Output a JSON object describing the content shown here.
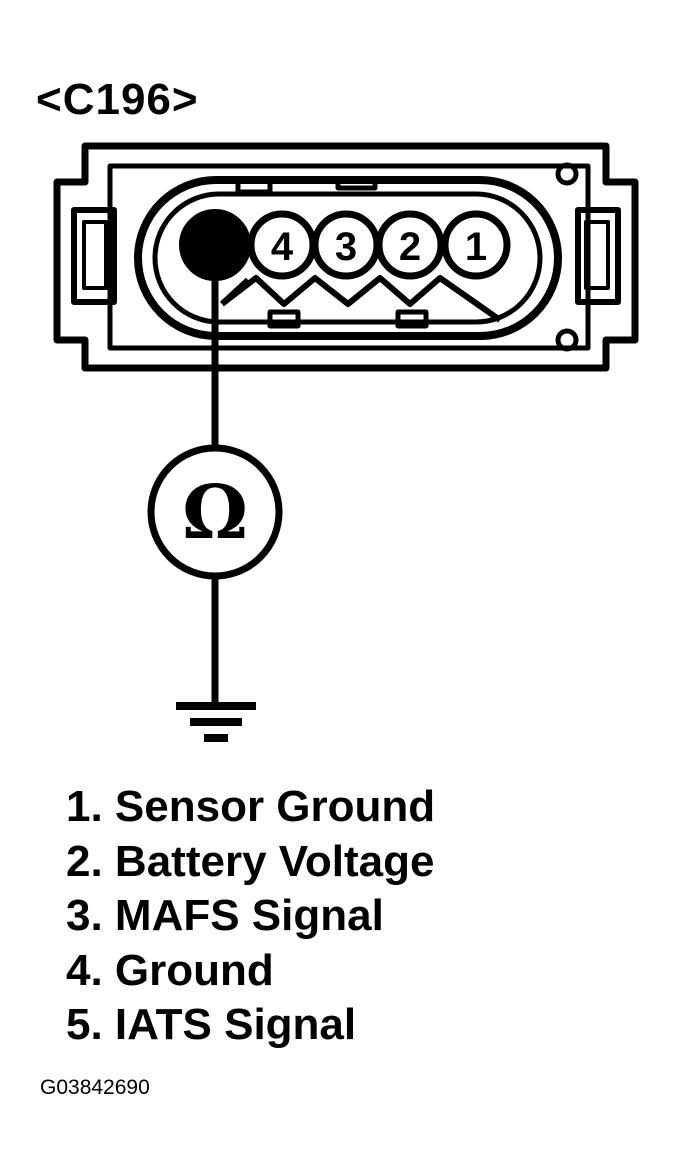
{
  "connector": {
    "label": "<C196>"
  },
  "pins": [
    {
      "number": "4"
    },
    {
      "number": "3"
    },
    {
      "number": "2"
    },
    {
      "number": "1"
    }
  ],
  "meter": {
    "symbol": "Ω"
  },
  "legend": [
    "1. Sensor Ground",
    "2. Battery Voltage",
    "3. MAFS Signal",
    "4. Ground",
    "5. IATS Signal"
  ],
  "figure_id": "G03842690"
}
